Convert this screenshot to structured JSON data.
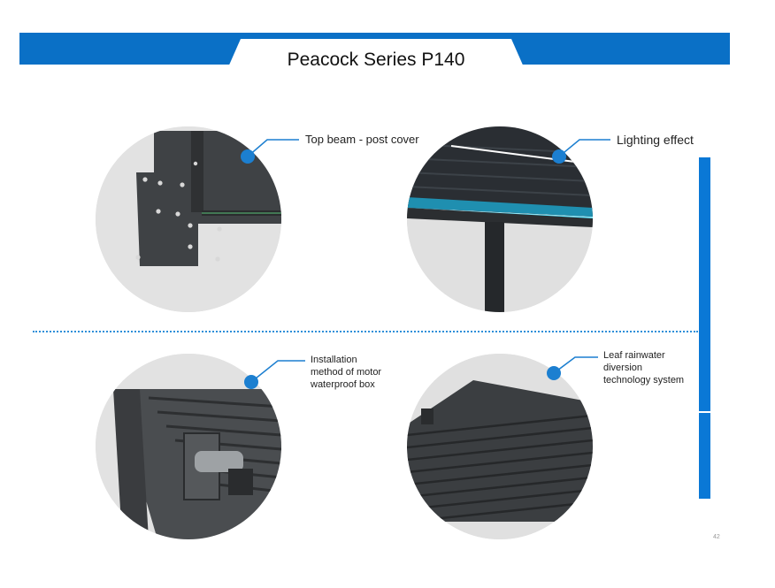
{
  "header": {
    "title": "Peacock Series P140",
    "accent_color": "#0a70c6"
  },
  "features": [
    {
      "label": "Top beam - post cover",
      "icon": "callout-dot"
    },
    {
      "label": "Lighting effect",
      "icon": "callout-dot"
    },
    {
      "label_lines": [
        "Installation",
        "method of motor",
        "waterproof box"
      ],
      "icon": "callout-dot"
    },
    {
      "label_lines": [
        "Leaf rainwater",
        "diversion",
        "technology system"
      ],
      "icon": "callout-dot"
    }
  ],
  "footer": {
    "page_number": "42"
  }
}
